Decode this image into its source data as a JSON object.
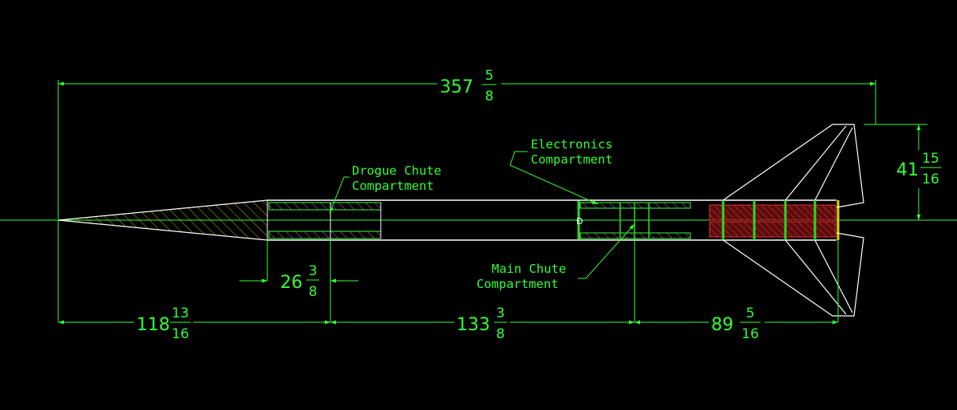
{
  "colors": {
    "background": "#000000",
    "outline": "#ffffff",
    "dimension": "#33ff33",
    "hatch_nose": "#b5a800",
    "hatch_tube": "#d14ad1",
    "motor": "#cc2222",
    "bulkhead": "#22dd22",
    "tail": "#e6d200"
  },
  "dimensions": {
    "overall": {
      "whole": "357",
      "num": "5",
      "den": "8"
    },
    "fin_span": {
      "whole": "41",
      "num": "15",
      "den": "16"
    },
    "drogue_len": {
      "whole": "26",
      "num": "3",
      "den": "8"
    },
    "nose_to_drogue": {
      "whole": "118",
      "num": "13",
      "den": "16"
    },
    "drogue_to_main": {
      "whole": "133",
      "num": "3",
      "den": "8"
    },
    "main_to_aft": {
      "whole": "89",
      "num": "5",
      "den": "16"
    }
  },
  "labels": {
    "drogue": {
      "line1": "Drogue Chute",
      "line2": "Compartment"
    },
    "electronics": {
      "line1": "Electronics",
      "line2": "Compartment"
    },
    "main": {
      "line1": "Main Chute",
      "line2": "Compartment"
    }
  }
}
